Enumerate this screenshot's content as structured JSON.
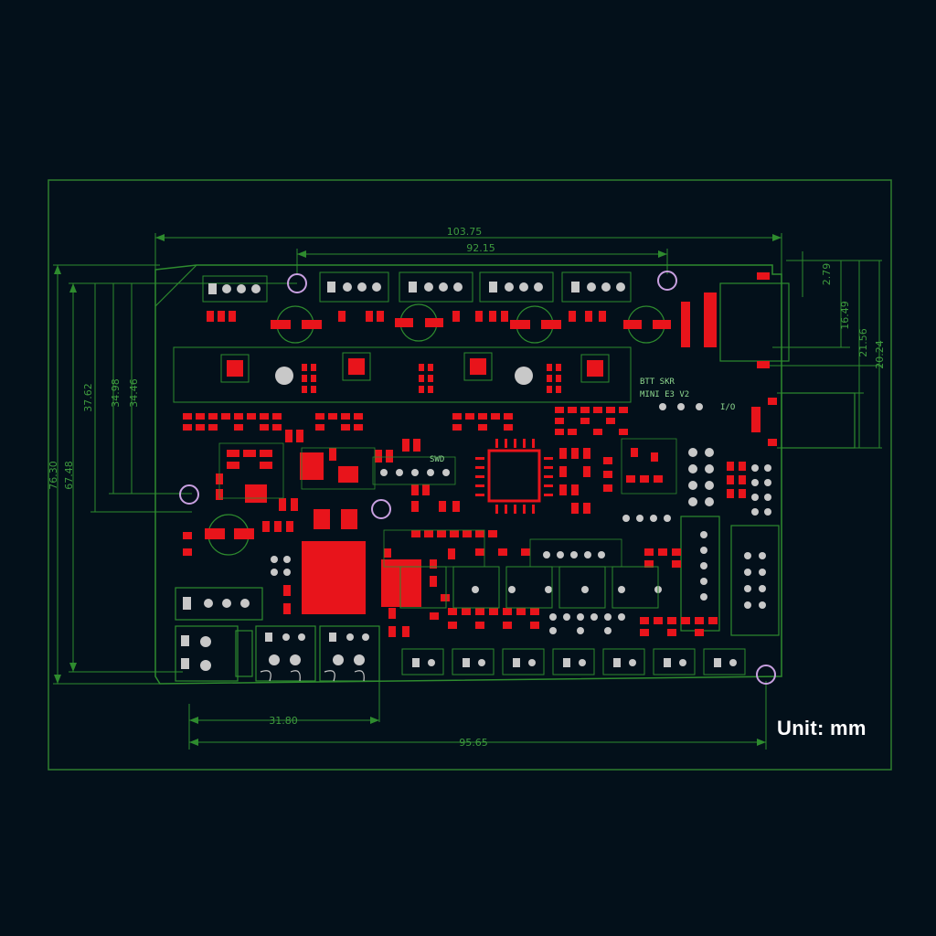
{
  "dimensions": {
    "width_top": "103.75",
    "width_inner": "92.15",
    "height_left_outer": "76.30",
    "height_left_inner": "67.48",
    "height_mid": "37.62",
    "height_mid2": "34.98",
    "height_mid3": "34.46",
    "right_top": "2.79",
    "right_mid1": "16.49",
    "right_mid2": "21.56",
    "right_mid3": "20.24",
    "bottom_short": "31.80",
    "bottom_long": "95.65"
  },
  "silkscreen": {
    "brand": "BTT SKR",
    "model": "MINI E3 V2",
    "swd": "SWD",
    "io": "I/O"
  },
  "unit_label": "Unit: mm",
  "colors": {
    "background": "#03101a",
    "outline": "#2e8b2e",
    "pad": "#e8141b",
    "pin": "#c8c8c8"
  }
}
